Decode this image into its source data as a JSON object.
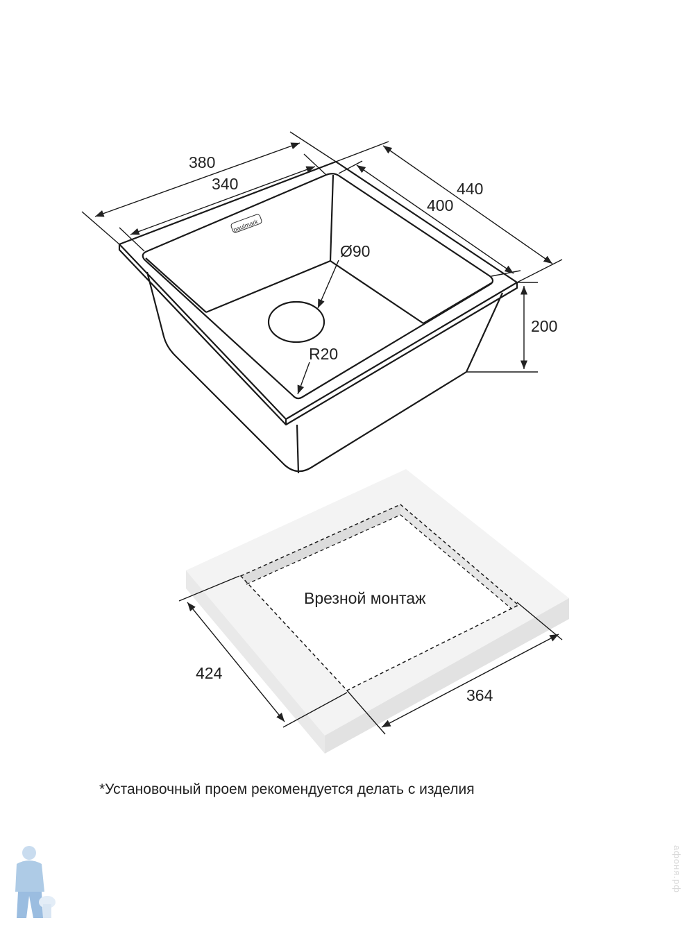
{
  "sink": {
    "brand_logo": "paulmark",
    "dimensions": {
      "outer_width": "380",
      "inner_width": "340",
      "outer_length": "440",
      "inner_length": "400",
      "depth": "200",
      "drain": "Ø90",
      "radius": "R20"
    }
  },
  "cutout": {
    "title": "Врезной монтаж",
    "length": "424",
    "width": "364"
  },
  "footnote": "*Установочный проем рекомендуется делать с изделия",
  "watermark": "афоня.рф"
}
